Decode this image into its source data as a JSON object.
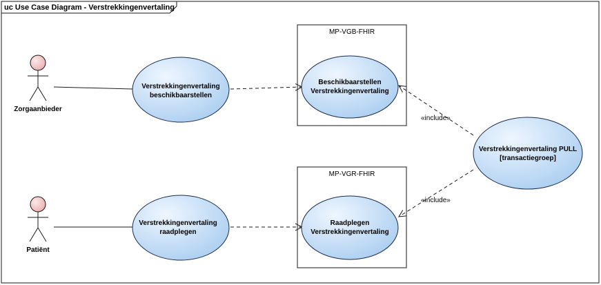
{
  "frame": {
    "title": "uc Use Case Diagram - Verstrekkingenvertaling"
  },
  "actors": [
    {
      "id": "zorgaanbieder",
      "label": "Zorgaanbieder"
    },
    {
      "id": "patient",
      "label": "Patiënt"
    }
  ],
  "systems": [
    {
      "id": "vgb",
      "label": "MP-VGB-FHIR"
    },
    {
      "id": "vgr",
      "label": "MP-VGR-FHIR"
    }
  ],
  "use_cases": [
    {
      "id": "uc1",
      "lines": [
        "Verstrekkingenvertaling",
        "beschikbaarstellen"
      ]
    },
    {
      "id": "uc2",
      "lines": [
        "Verstrekkingenvertaling",
        "raadplegen"
      ]
    },
    {
      "id": "uc3",
      "lines": [
        "Beschikbaarstellen",
        "Verstrekkingenvertaling"
      ]
    },
    {
      "id": "uc4",
      "lines": [
        "Raadplegen",
        "Verstrekkingenvertaling"
      ]
    },
    {
      "id": "uc5",
      "lines": [
        "Verstrekkingenvertaling PULL",
        "[transactiegroep]"
      ]
    }
  ],
  "relations": {
    "include_1": "«include»",
    "include_2": "«include»"
  },
  "colors": {
    "actor_head": "#f6d2d2",
    "usecase_fill_light": "#e6f2ff",
    "usecase_fill_dark": "#a9cdf0",
    "usecase_stroke": "#1a2a4a",
    "line": "#1a1a1a"
  }
}
